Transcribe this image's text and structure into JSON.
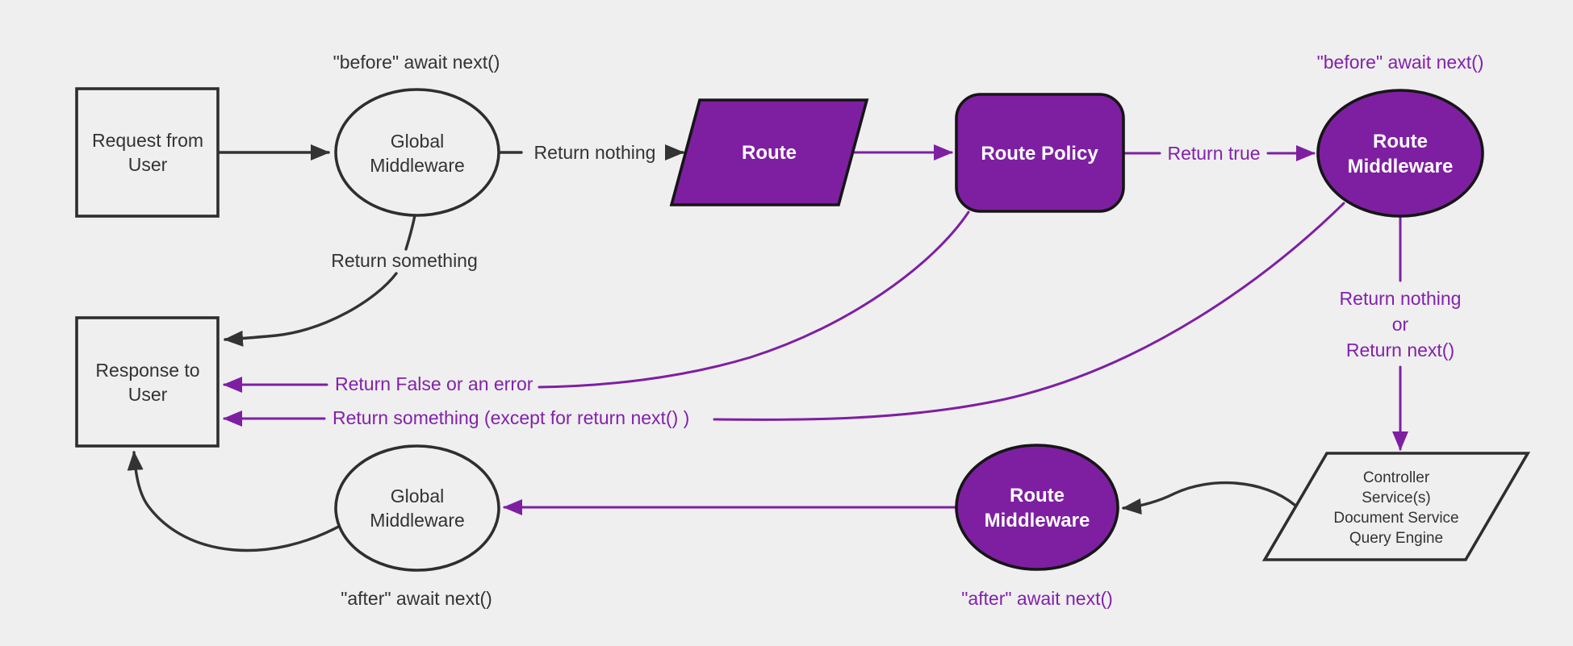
{
  "diagram": {
    "title": "Backend request / middleware lifecycle flowchart",
    "colors": {
      "background": "#efefef",
      "purple_fill": "#7E1FA2",
      "purple_text": "#8222AB",
      "dark": "#333333",
      "white_text": "#ffffff"
    },
    "nodes": {
      "request": {
        "line1": "Request from",
        "line2": "User"
      },
      "global_middleware_top": {
        "line1": "Global",
        "line2": "Middleware"
      },
      "route": {
        "label": "Route"
      },
      "route_policy": {
        "label": "Route Policy"
      },
      "route_middleware_top": {
        "line1": "Route",
        "line2": "Middleware"
      },
      "controller": {
        "line1": "Controller",
        "line2": "Service(s)",
        "line3": "Document Service",
        "line4": "Query Engine"
      },
      "route_middleware_bottom": {
        "line1": "Route",
        "line2": "Middleware"
      },
      "global_middleware_bottom": {
        "line1": "Global",
        "line2": "Middleware"
      },
      "response": {
        "line1": "Response to",
        "line2": "User"
      }
    },
    "edge_labels": {
      "before_await_top_left": "\"before\" await next()",
      "before_await_top_right": "\"before\" await next()",
      "return_nothing": "Return nothing",
      "return_true": "Return true",
      "return_something": "Return something",
      "return_false_or_error": "Return False or an error",
      "return_something_except": "Return something (except for return next() )",
      "return_nothing_or_line1": "Return nothing",
      "return_nothing_or_line2": "or",
      "return_nothing_or_line3": "Return next()",
      "after_await_bottom_left": "\"after\" await next()",
      "after_await_bottom_right": "\"after\" await next()"
    }
  }
}
